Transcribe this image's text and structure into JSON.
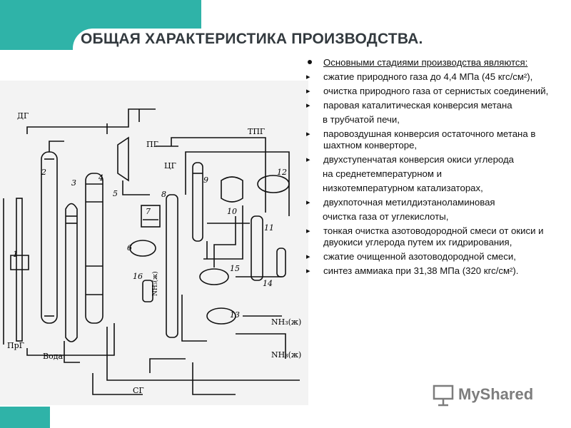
{
  "slide": {
    "title": "ОБЩАЯ ХАРАКТЕРИСТИКА ПРОИЗВОДСТВА.",
    "lead": "Основными стадиями производства являются:",
    "items": [
      {
        "text": "сжатие природного газа до 4,4 МПа (45 кгс/см²),",
        "marker": true
      },
      {
        "text": "очистка природного газа от сернистых соединений,",
        "marker": true
      },
      {
        "text": "паровая каталитическая конверсия метана",
        "marker": true
      },
      {
        "text": "в трубчатой печи,",
        "marker": false
      },
      {
        "text": "паровоздушная конверсия остаточного метана  в шахтном конверторе,",
        "marker": true
      },
      {
        "text": "двухступенчатая конверсия окиси углерода",
        "marker": true
      },
      {
        "text": "на среднетемпературном и",
        "marker": false
      },
      {
        "text": "низкотемпературном катализаторах,",
        "marker": false
      },
      {
        "text": "двухпоточная  метилдиэтаноламиновая",
        "marker": true
      },
      {
        "text": "очистка газа от углекислоты,",
        "marker": false
      },
      {
        "text": "тонкая очистка азотоводородной смеси от окиси и двуокиси углерода путем их гидрирования,",
        "marker": true
      },
      {
        "text": "сжатие очищенной азотоводородной смеси,",
        "marker": true
      },
      {
        "text": " синтез аммиака при 31,38 МПа (320 кгс/см²).",
        "marker": true
      }
    ]
  },
  "diagram_labels": {
    "dg": "ДГ",
    "prg": "ПрГ",
    "voda": "Вода",
    "pg": "ПГ",
    "tpg": "ТПГ",
    "cg": "ЦГ",
    "sg": "СГ",
    "nh3zh1": "NH₃(ж)",
    "nh3zh2": "NH₃(ж)",
    "nh3zh_v": "NH₃(ж)",
    "n1": "1",
    "n2": "2",
    "n3": "3",
    "n4": "4",
    "n5": "5",
    "n6": "6",
    "n7": "7",
    "n8": "8",
    "n9": "9",
    "n10": "10",
    "n11": "11",
    "n12": "12",
    "n13": "13",
    "n14": "14",
    "n15": "15",
    "n16": "16"
  },
  "logo": {
    "text": "MyShared"
  },
  "colors": {
    "accent": "#2fb3a8",
    "title": "#333a3f",
    "logo": "#7d7d7d"
  }
}
